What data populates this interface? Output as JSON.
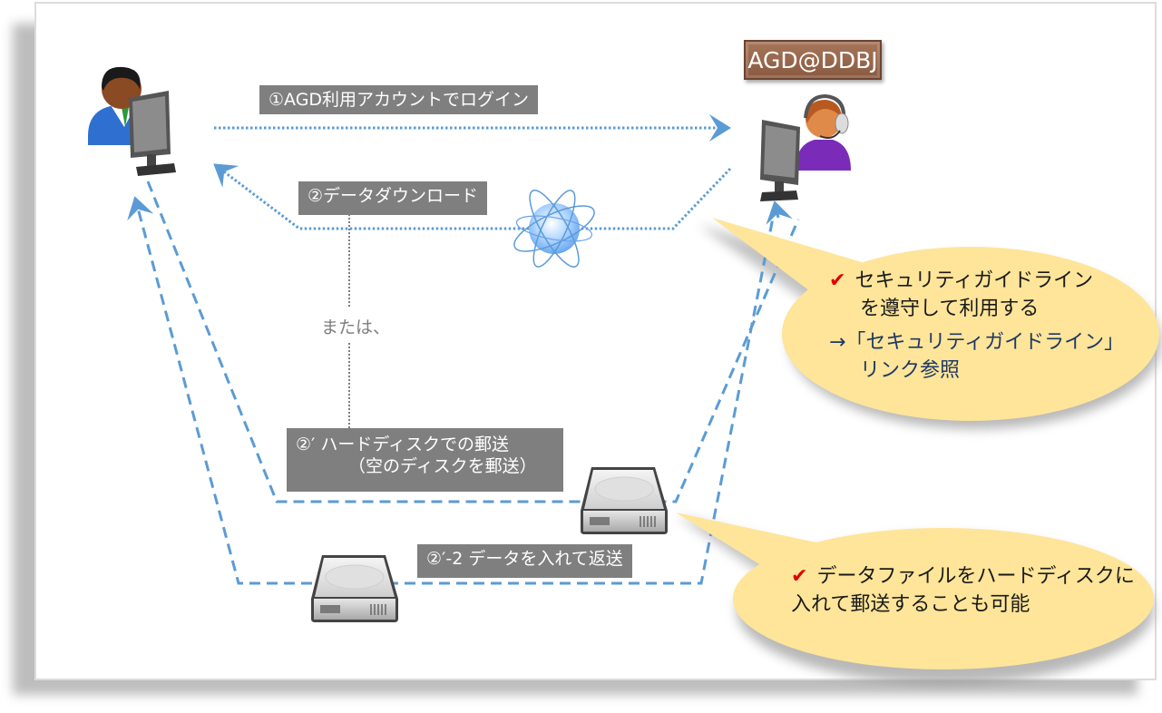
{
  "server": {
    "label": "AGD@DDBJ"
  },
  "steps": {
    "login": "①AGD利用アカウントでログイン",
    "download": "②データダウンロード",
    "or": "または、",
    "hdd_send_line1": "②′ ハードディスクでの郵送",
    "hdd_send_line2": "（空のディスクを郵送）",
    "hdd_return": "②′-2 データを入れて返送"
  },
  "callouts": {
    "security": {
      "check_icon": "✔",
      "line1": "セキュリティガイドライン",
      "line2": "を遵守して利用する",
      "line3": "→「セキュリティガイドライン」",
      "line4": "リンク参照"
    },
    "hdd": {
      "check_icon": "✔",
      "line1": "データファイルをハードディスクに",
      "line2": "入れて郵送することも可能"
    }
  },
  "colors": {
    "arrow_blue": "#5b9bd5",
    "label_gray": "#7f7f7f",
    "callout_yellow": "#fee599",
    "server_label_brown": "#9b6a4f",
    "check_red": "#e00000"
  }
}
